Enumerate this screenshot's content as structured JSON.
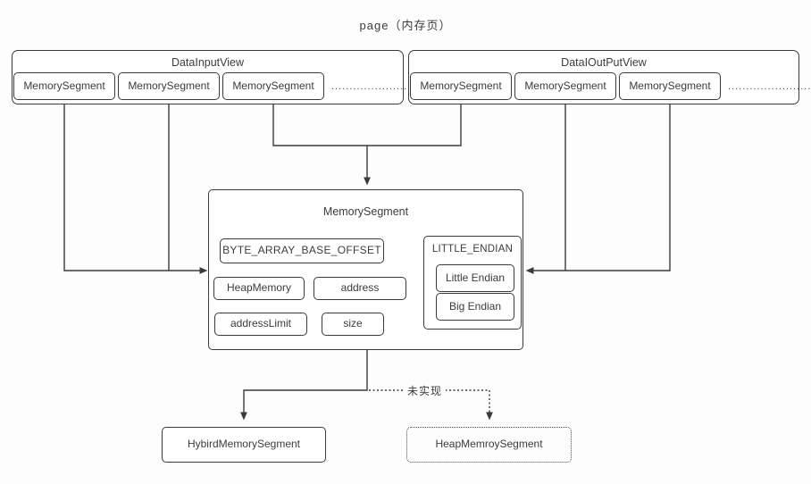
{
  "page_title": "page（内存页）",
  "groups": [
    {
      "title": "DataInputView",
      "segments": [
        "MemorySegment",
        "MemorySegment",
        "MemorySegment"
      ],
      "dots": "......................."
    },
    {
      "title": "DataIOutPutView",
      "segments": [
        "MemorySegment",
        "MemorySegment",
        "MemorySegment"
      ],
      "dots": "......................."
    }
  ],
  "memory_segment": {
    "title": "MemorySegment",
    "fields": {
      "byte_array_base_offset": "BYTE_ARRAY_BASE_OFFSET",
      "heap_memory": "HeapMemory",
      "address": "address",
      "address_limit": "addressLimit",
      "size": "size"
    },
    "endian": {
      "title": "LITTLE_ENDIAN",
      "items": [
        "Little Endian",
        "Big Endian"
      ]
    }
  },
  "bottom": {
    "hybrid": "HybirdMemorySegment",
    "heap": "HeapMemroySegment",
    "not_implemented_label": "未实现"
  },
  "colors": {
    "line": "#3a3a3a",
    "text": "#3c3c3c",
    "background": "#fdfdfd",
    "node_fill": "#ffffff"
  }
}
